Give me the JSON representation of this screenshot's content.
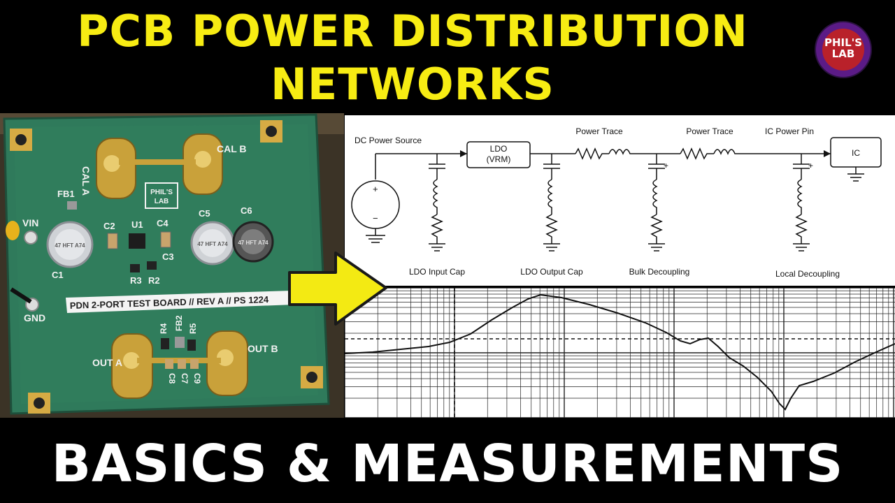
{
  "title": {
    "line1": "PCB POWER DISTRIBUTION",
    "line2": "NETWORKS",
    "subtitle": "BASICS & MEASUREMENTS"
  },
  "logo": {
    "line1": "PHIL'S",
    "line2": "LAB"
  },
  "board": {
    "cal_a": "CAL A",
    "cal_b": "CAL B",
    "out_a": "OUT A",
    "out_b": "OUT B",
    "vin": "VIN",
    "gnd": "GND",
    "fb1": "FB1",
    "c1": "C1",
    "c2": "C2",
    "u1": "U1",
    "c3": "C3",
    "c4": "C4",
    "c5": "C5",
    "c6": "C6",
    "r2": "R2",
    "r3": "R3",
    "r4": "R4",
    "r5": "R5",
    "fb2": "FB2",
    "c7": "C7",
    "c8": "C8",
    "c9": "C9",
    "silk_logo_1": "PHIL'S",
    "silk_logo_2": "LAB",
    "cap_marking": "47 HFT A74",
    "strip_label": "PDN 2-PORT TEST BOARD // REV A // PS 1224"
  },
  "schematic": {
    "dc_source": "DC Power Source",
    "ldo_1": "LDO",
    "ldo_2": "(VRM)",
    "power_trace_1": "Power Trace",
    "power_trace_2": "Power Trace",
    "ic_power_pin": "IC Power Pin",
    "ic": "IC",
    "ldo_input_cap": "LDO Input Cap",
    "ldo_output_cap": "LDO Output Cap",
    "bulk_decoupling": "Bulk Decoupling",
    "local_decoupling": "Local Decoupling",
    "plus": "+",
    "minus": "−"
  },
  "colors": {
    "title_yellow": "#f7ec13",
    "subtitle_white": "#ffffff",
    "pcb_green": "#2f7a5b",
    "pad_gold": "#c9a13a",
    "arrow_yellow": "#f3ea13",
    "logo_purple": "#5b1b86",
    "logo_red": "#b9212a"
  },
  "icons": {
    "arrow": "arrow-right-icon",
    "logo": "phils-lab-logo-icon"
  }
}
